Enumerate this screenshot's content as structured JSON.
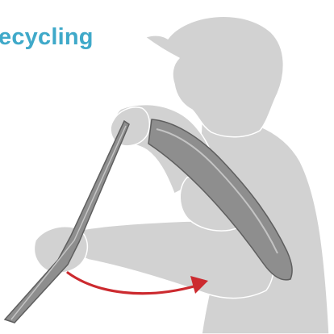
{
  "title": "ecycling",
  "colors": {
    "title": "#3fa9c9",
    "figure": "#d2d2d2",
    "figure_outline": "#ffffff",
    "strap": "#8e8e8e",
    "strap_edge": "#5f5f5f",
    "arrow": "#cc2a2f"
  },
  "illustration": {
    "subject": "person-holding-strap",
    "motion": "curved-arrow-right"
  }
}
